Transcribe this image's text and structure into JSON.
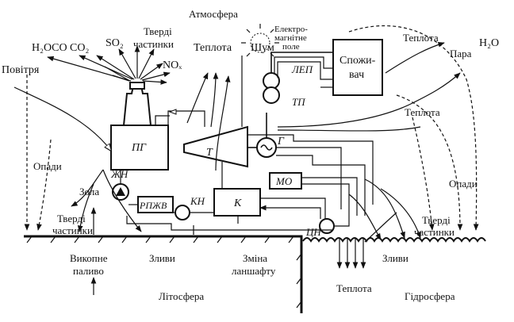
{
  "labels": {
    "atmosphere": "Атмосфера",
    "air": "Повітря",
    "emissions_gases": "H₂OCO CO₂",
    "so2": "SO₂",
    "solid_particles_top": "Тверді частинки",
    "nox": "NOₓ",
    "heat_top": "Теплота",
    "noise": "Шум",
    "emf": "Електро-магнітне поле",
    "consumer": "Спожи-вач",
    "heat_right_top": "Теплота",
    "steam": "Пара",
    "water_h2o": "H₂O",
    "heat_right_mid": "Теплота",
    "precip_left": "Опади",
    "precip_right": "Опади",
    "ash": "Зола",
    "solid_particles_left": "Тверді частинки",
    "solid_particles_right": "Тверді частинки",
    "runoff_left": "Зливи",
    "runoff_right": "Зливи",
    "fossil_fuel": "Викопне паливо",
    "landscape_change": "Зміна ланшафту",
    "lithosphere": "Літосфера",
    "hydrosphere": "Гідросфера",
    "heat_bottom": "Теплота"
  },
  "components": {
    "pg": "ПГ",
    "t": "Т",
    "g": "Г",
    "lep": "ЛЕП",
    "tp": "ТП",
    "mo": "МО",
    "k": "К",
    "kn": "КН",
    "zhn": "ЖН",
    "rpzhv": "РПЖВ",
    "tsn": "ЦН"
  }
}
